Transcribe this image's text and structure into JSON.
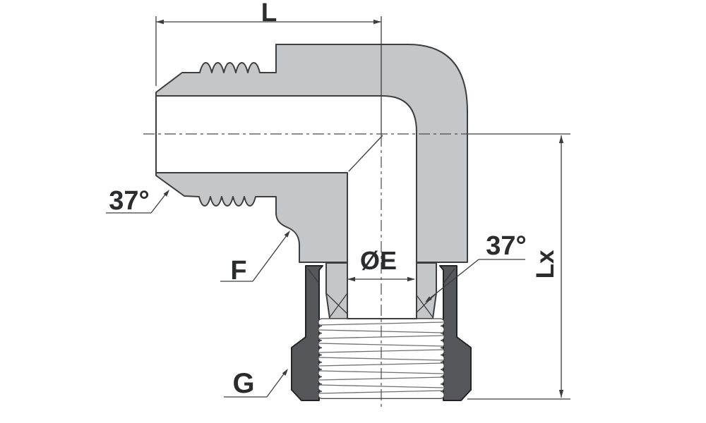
{
  "labels": {
    "length_top": "L",
    "flare_angle_left": "37°",
    "fillet": "F",
    "bore_diameter": "ØE",
    "flare_angle_right": "37°",
    "length_side": "Lx",
    "nut": "G"
  },
  "colors": {
    "background": "#ffffff",
    "body_fill": "#c5c6c8",
    "nut_fill": "#56575b",
    "bore_fill": "#ffffff",
    "outline": "#3d3e40",
    "dimension_lines": "#3c3d3f",
    "text": "#2b2c2e"
  }
}
